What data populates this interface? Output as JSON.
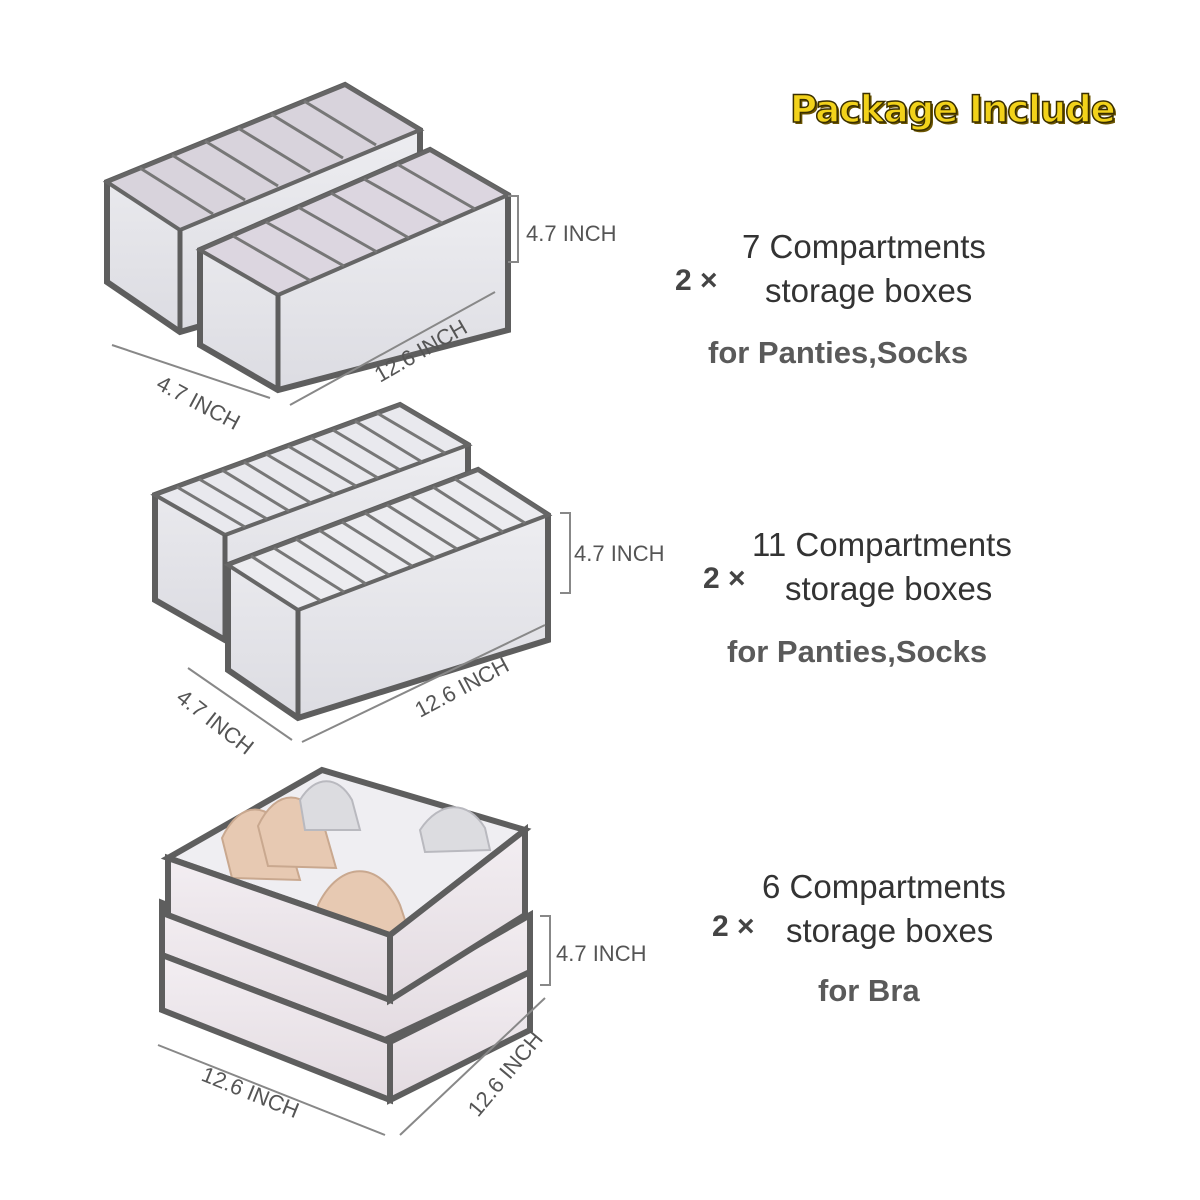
{
  "header": {
    "title": "Package Include"
  },
  "products": [
    {
      "quantity": "2 ×",
      "line1": "7 Compartments",
      "line2": "storage boxes",
      "purpose": "for Panties,Socks",
      "dims": {
        "height": "4.7 INCH",
        "width": "4.7 INCH",
        "length": "12.6 INCH"
      }
    },
    {
      "quantity": "2 ×",
      "line1": "11 Compartments",
      "line2": "storage boxes",
      "purpose": "for Panties,Socks",
      "dims": {
        "height": "4.7 INCH",
        "width": "4.7 INCH",
        "length": "12.6 INCH"
      }
    },
    {
      "quantity": "2 ×",
      "line1": "6 Compartments",
      "line2": "storage boxes",
      "purpose": "for Bra",
      "dims": {
        "height": "4.7 INCH",
        "width": "12.6 INCH",
        "length": "12.6 INCH"
      }
    }
  ],
  "colors": {
    "title_fill": "#f2d21a",
    "title_outline": "#3a2f00",
    "box_border": "#5e5e5e",
    "box_mesh": "#e6e6ea",
    "bra": "#e7c9b2"
  }
}
